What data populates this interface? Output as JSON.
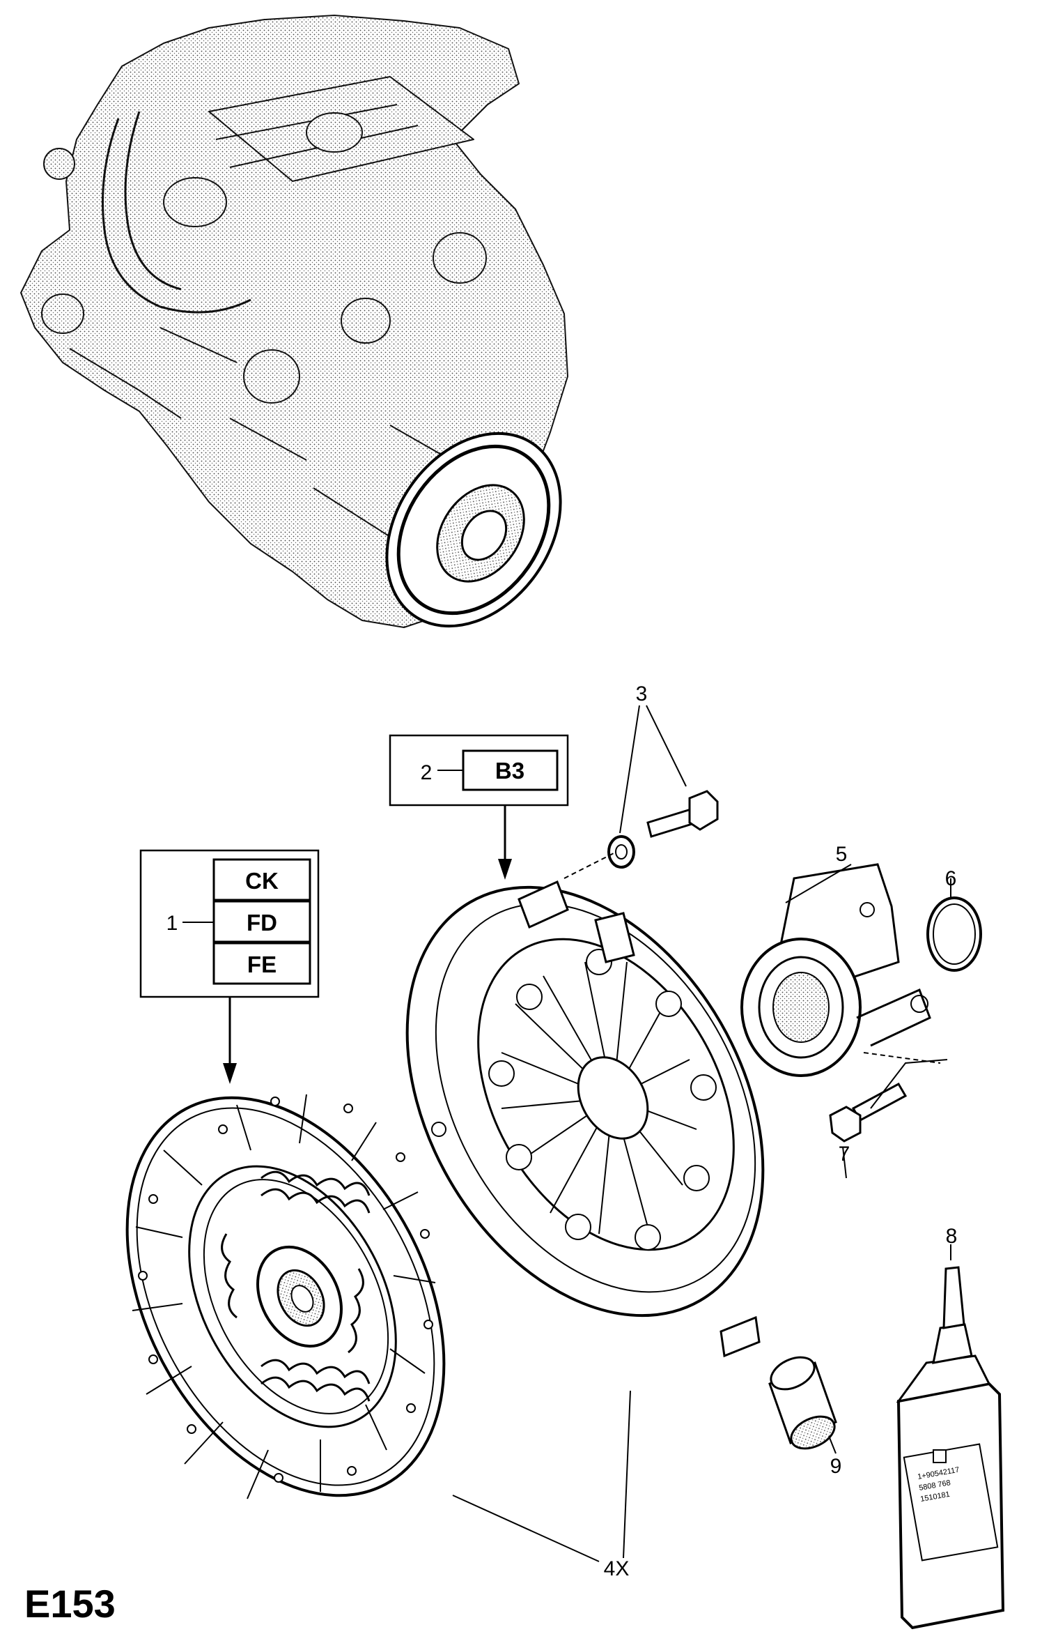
{
  "figure_code": "E153",
  "callouts": {
    "part1": "1",
    "part2": "2",
    "part3": "3",
    "part4": "4X",
    "part5": "5",
    "part6": "6",
    "part7": "7",
    "part8": "8",
    "part9": "9"
  },
  "part1_codes": [
    "CK",
    "FD",
    "FE"
  ],
  "part2_codes": [
    "B3"
  ],
  "tube_label_lines": [
    "1+90542117",
    "5808 768",
    "1510181"
  ]
}
